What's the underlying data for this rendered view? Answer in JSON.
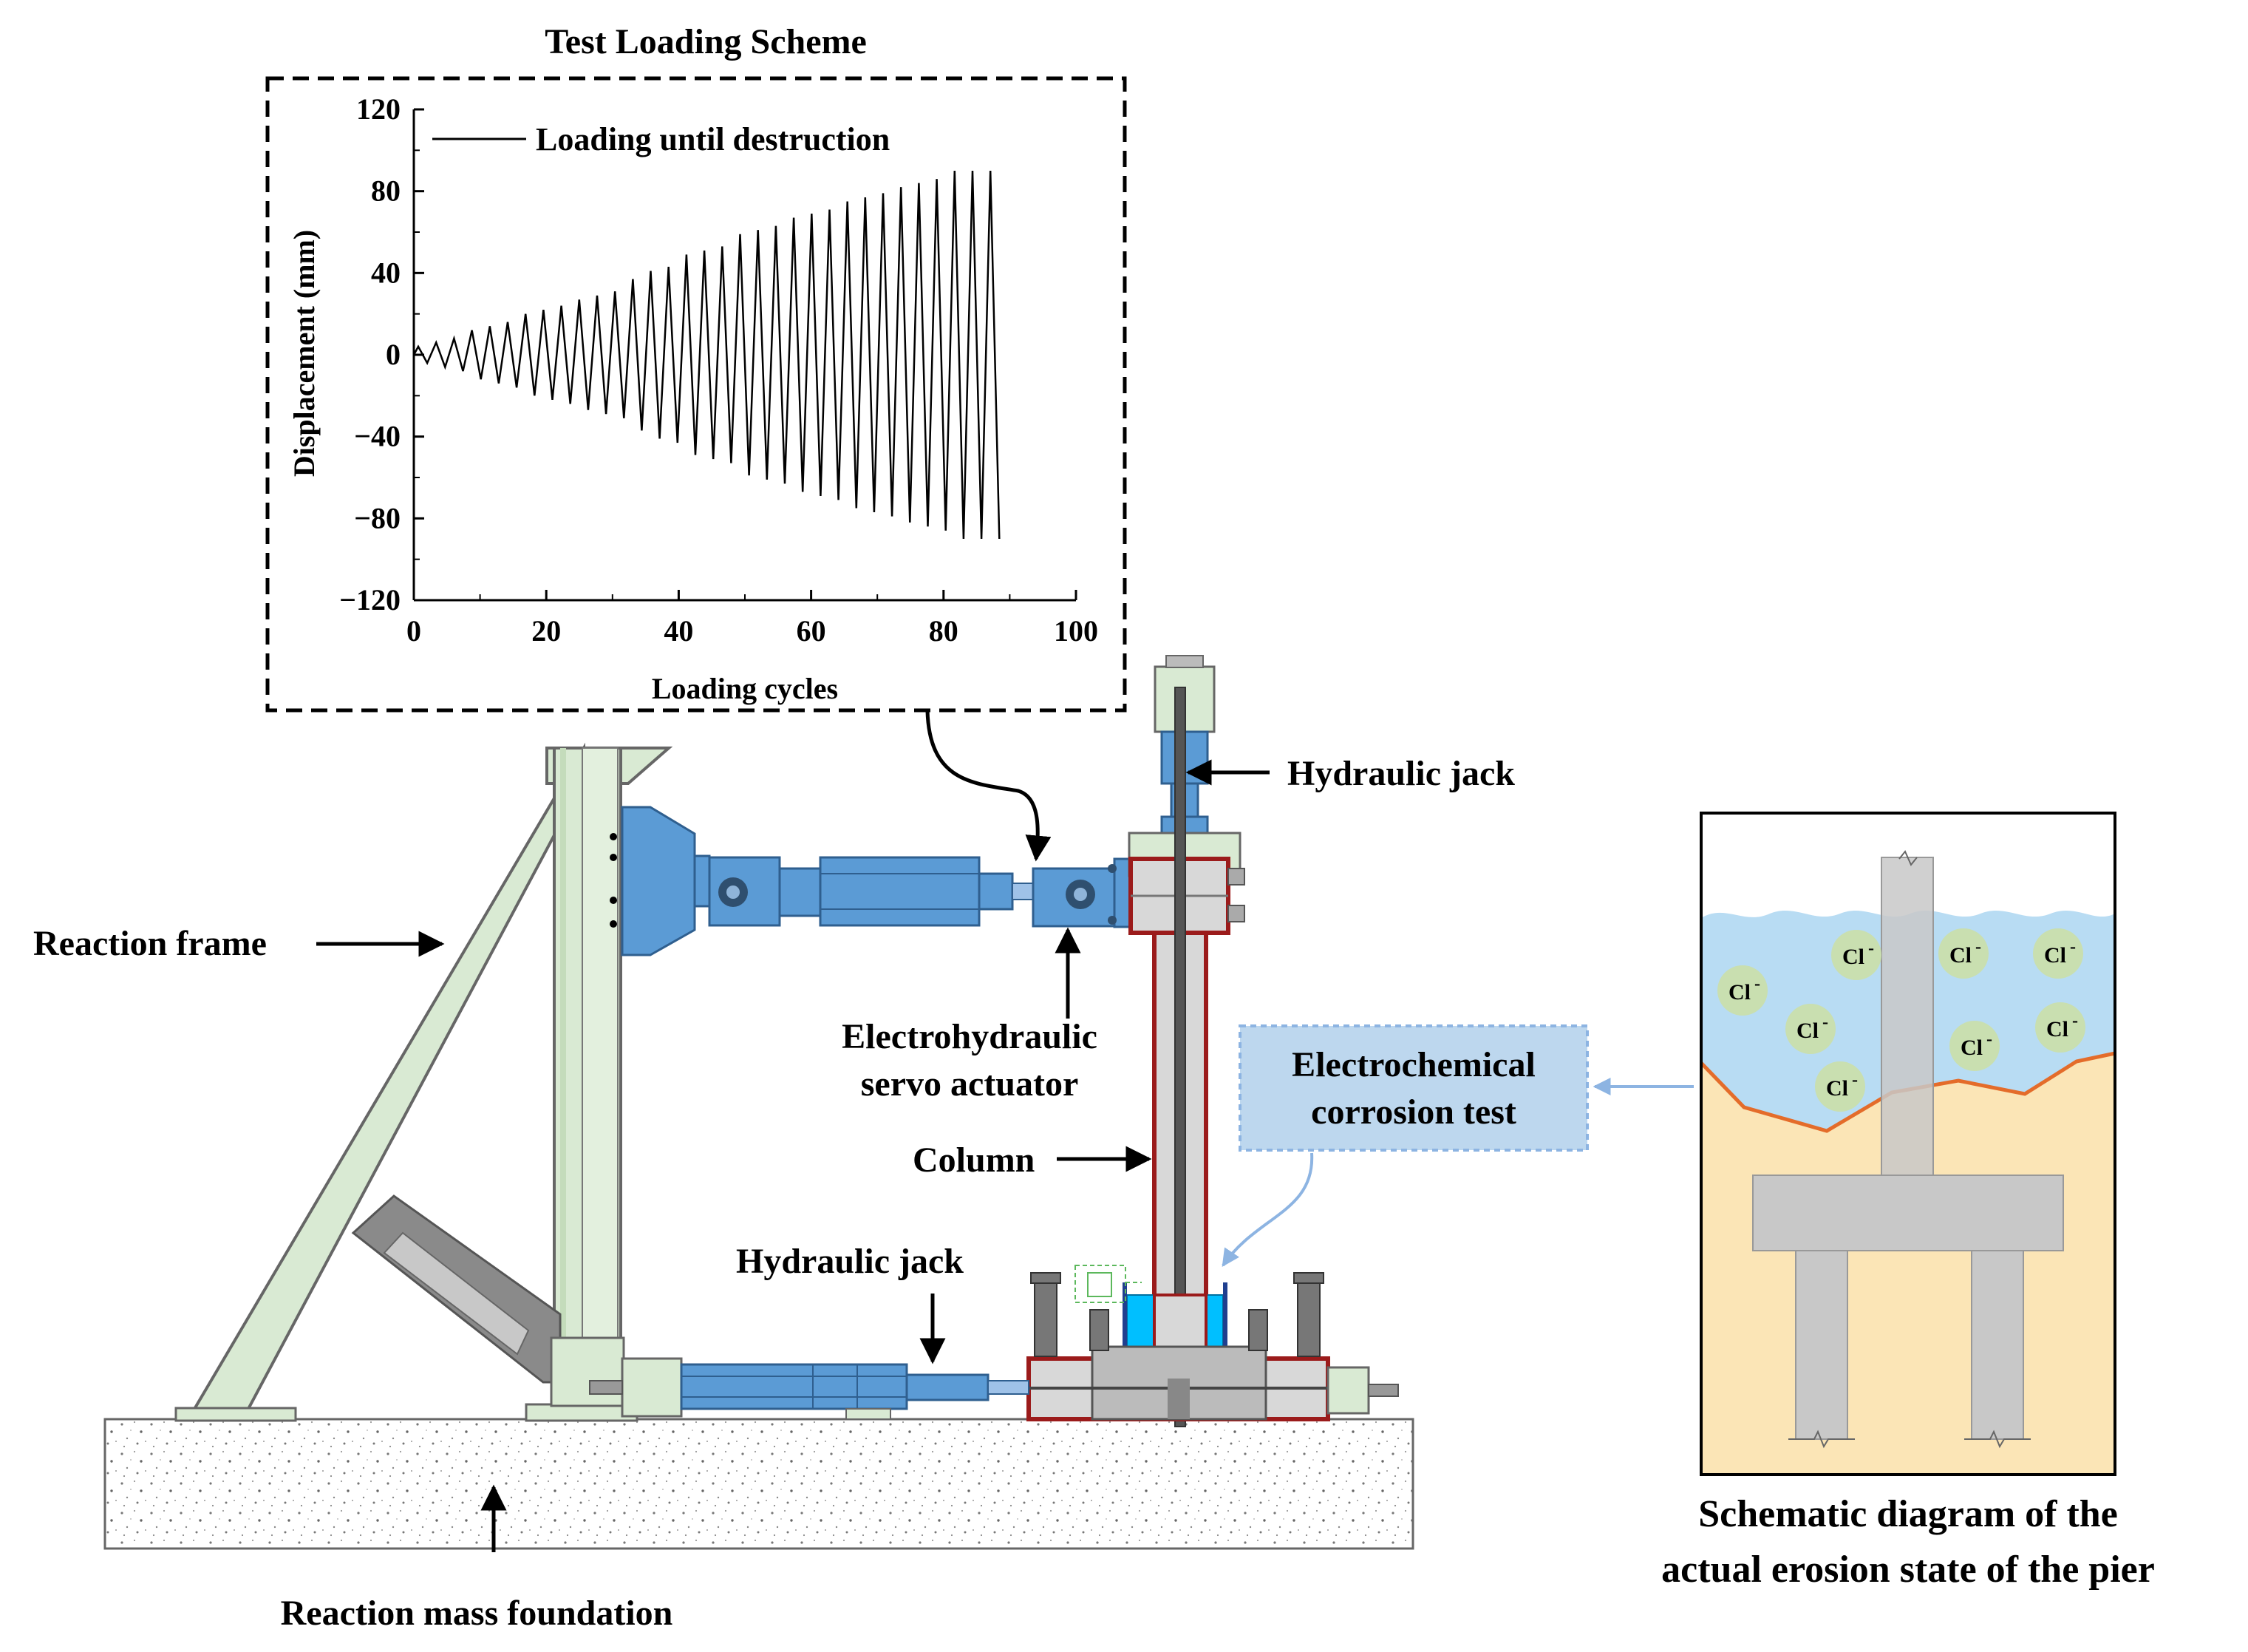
{
  "inset": {
    "title": "Test Loading Scheme",
    "legend": "Loading until destruction",
    "xlabel": "Loading cycles",
    "ylabel": "Displacement (mm)"
  },
  "chart_data": {
    "type": "line",
    "title": "Test Loading Scheme",
    "xlabel": "Loading cycles",
    "ylabel": "Displacement (mm)",
    "xlim": [
      0,
      100
    ],
    "ylim": [
      -120,
      120
    ],
    "xticks": [
      0,
      20,
      40,
      60,
      80,
      100
    ],
    "yticks": [
      120,
      80,
      40,
      0,
      -40,
      -80,
      -120
    ],
    "series": [
      {
        "name": "Loading until destruction",
        "amplitudes": [
          4,
          6,
          8,
          12,
          14,
          16,
          20,
          22,
          24,
          27,
          29,
          31,
          37,
          41,
          43,
          49,
          51,
          53,
          59,
          61,
          63,
          67,
          69,
          71,
          75,
          77,
          79,
          82,
          84,
          86,
          90,
          90,
          90
        ],
        "cycle_spacing": 2.7
      }
    ]
  },
  "labels": {
    "hydraulic_jack_top": "Hydraulic jack",
    "reaction_frame": "Reaction frame",
    "actuator_line1": "Electrohydraulic",
    "actuator_line2": "servo actuator",
    "column": "Column",
    "hydraulic_jack_bottom": "Hydraulic jack",
    "foundation": "Reaction mass foundation",
    "corrosion_line1": "Electrochemical",
    "corrosion_line2": "corrosion test",
    "schematic_line1": "Schematic diagram of the",
    "schematic_line2": "actual erosion state of the pier",
    "chloride": "Cl",
    "chloride_sup": "-"
  },
  "colors": {
    "frame_green": "#d9ead3",
    "actuator_blue": "#5b9bd5",
    "highlight_red": "#9b1b1b",
    "water": "#b8dcf3",
    "soil": "#fbe5b6",
    "pier_gray": "#c8c8c8",
    "chloride_ion": "#c9dfb0",
    "erosion_line": "#e46c2a",
    "callout_blue": "#bdd7ee"
  }
}
